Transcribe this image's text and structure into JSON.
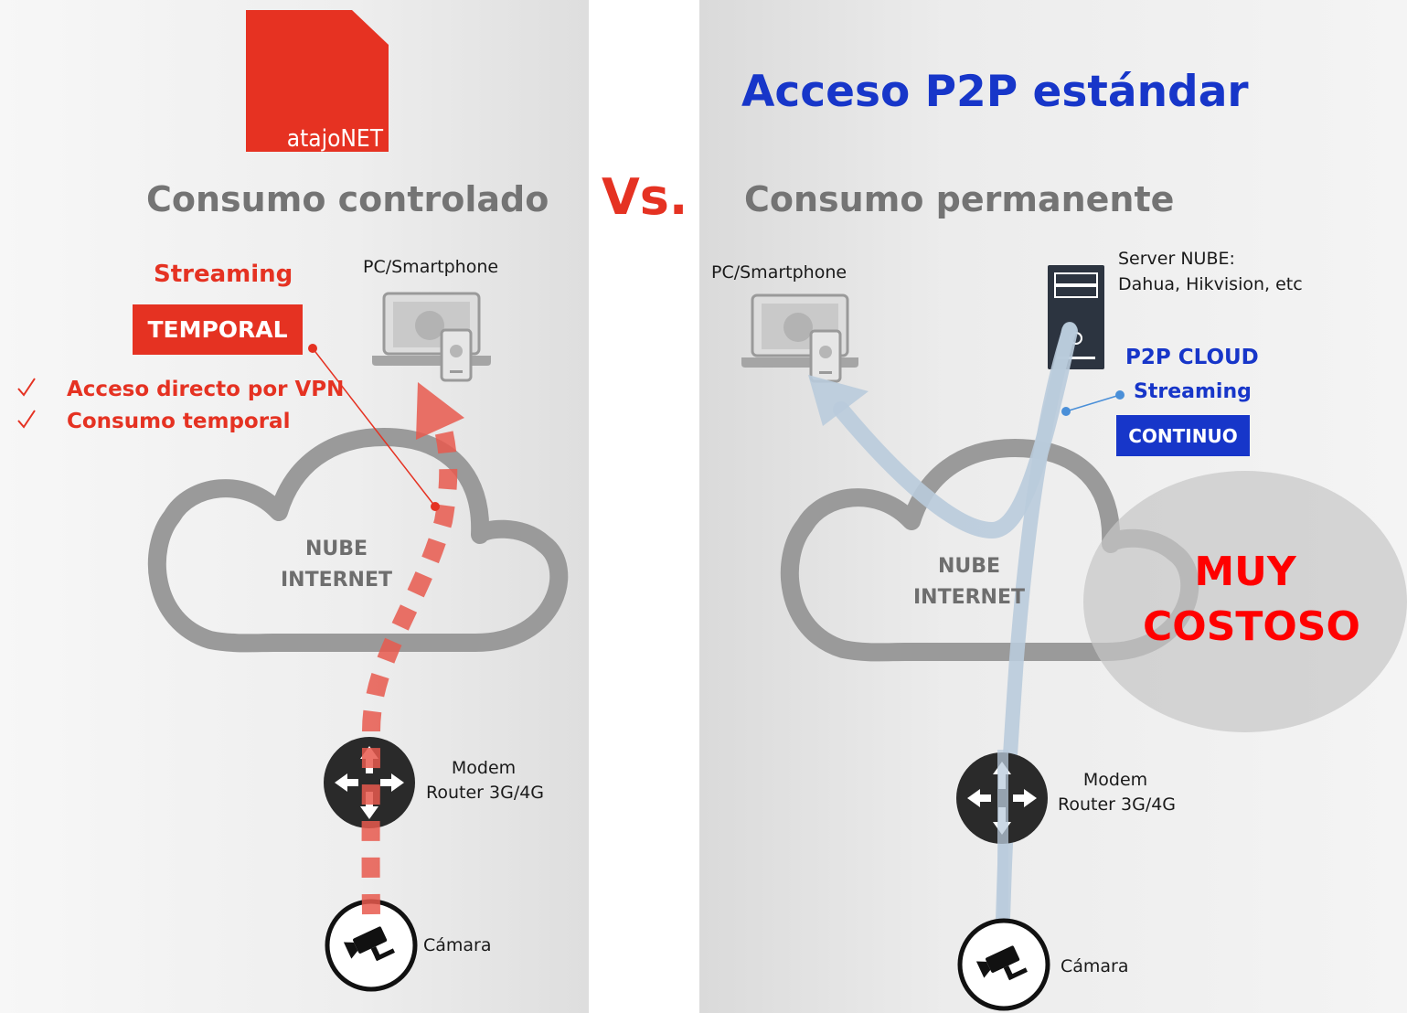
{
  "logo": {
    "text": "atajoNET",
    "color": "#e63222"
  },
  "vs_label": "Vs.",
  "left": {
    "heading": "Consumo controlado",
    "streaming_label": "Streaming",
    "temporal_badge": "TEMPORAL",
    "checklist": [
      {
        "icon": "check-icon",
        "text": "Acceso directo por VPN"
      },
      {
        "icon": "check-icon",
        "text": "Consumo temporal"
      }
    ],
    "device_label": "PC/Smartphone",
    "cloud_line1": "NUBE",
    "cloud_line2": "INTERNET",
    "modem_line1": "Modem",
    "modem_line2": "Router 3G/4G",
    "camera_label": "Cámara"
  },
  "right": {
    "title": "Acceso P2P estándar",
    "heading": "Consumo permanente",
    "device_label": "PC/Smartphone",
    "server_line1": "Server NUBE:",
    "server_line2": "Dahua, Hikvision, etc",
    "p2p_cloud_label": "P2P CLOUD",
    "streaming_label": "Streaming",
    "continuo_badge": "CONTINUO",
    "cloud_line1": "NUBE",
    "cloud_line2": "INTERNET",
    "cost_line1": "MUY",
    "cost_line2": "COSTOSO",
    "modem_line1": "Modem",
    "modem_line2": "Router 3G/4G",
    "camera_label": "Cámara"
  },
  "colors": {
    "accent_red": "#e53222",
    "accent_blue": "#1736c9",
    "cost_red": "#ff0000",
    "stream_blue": "#b9cbdc"
  }
}
